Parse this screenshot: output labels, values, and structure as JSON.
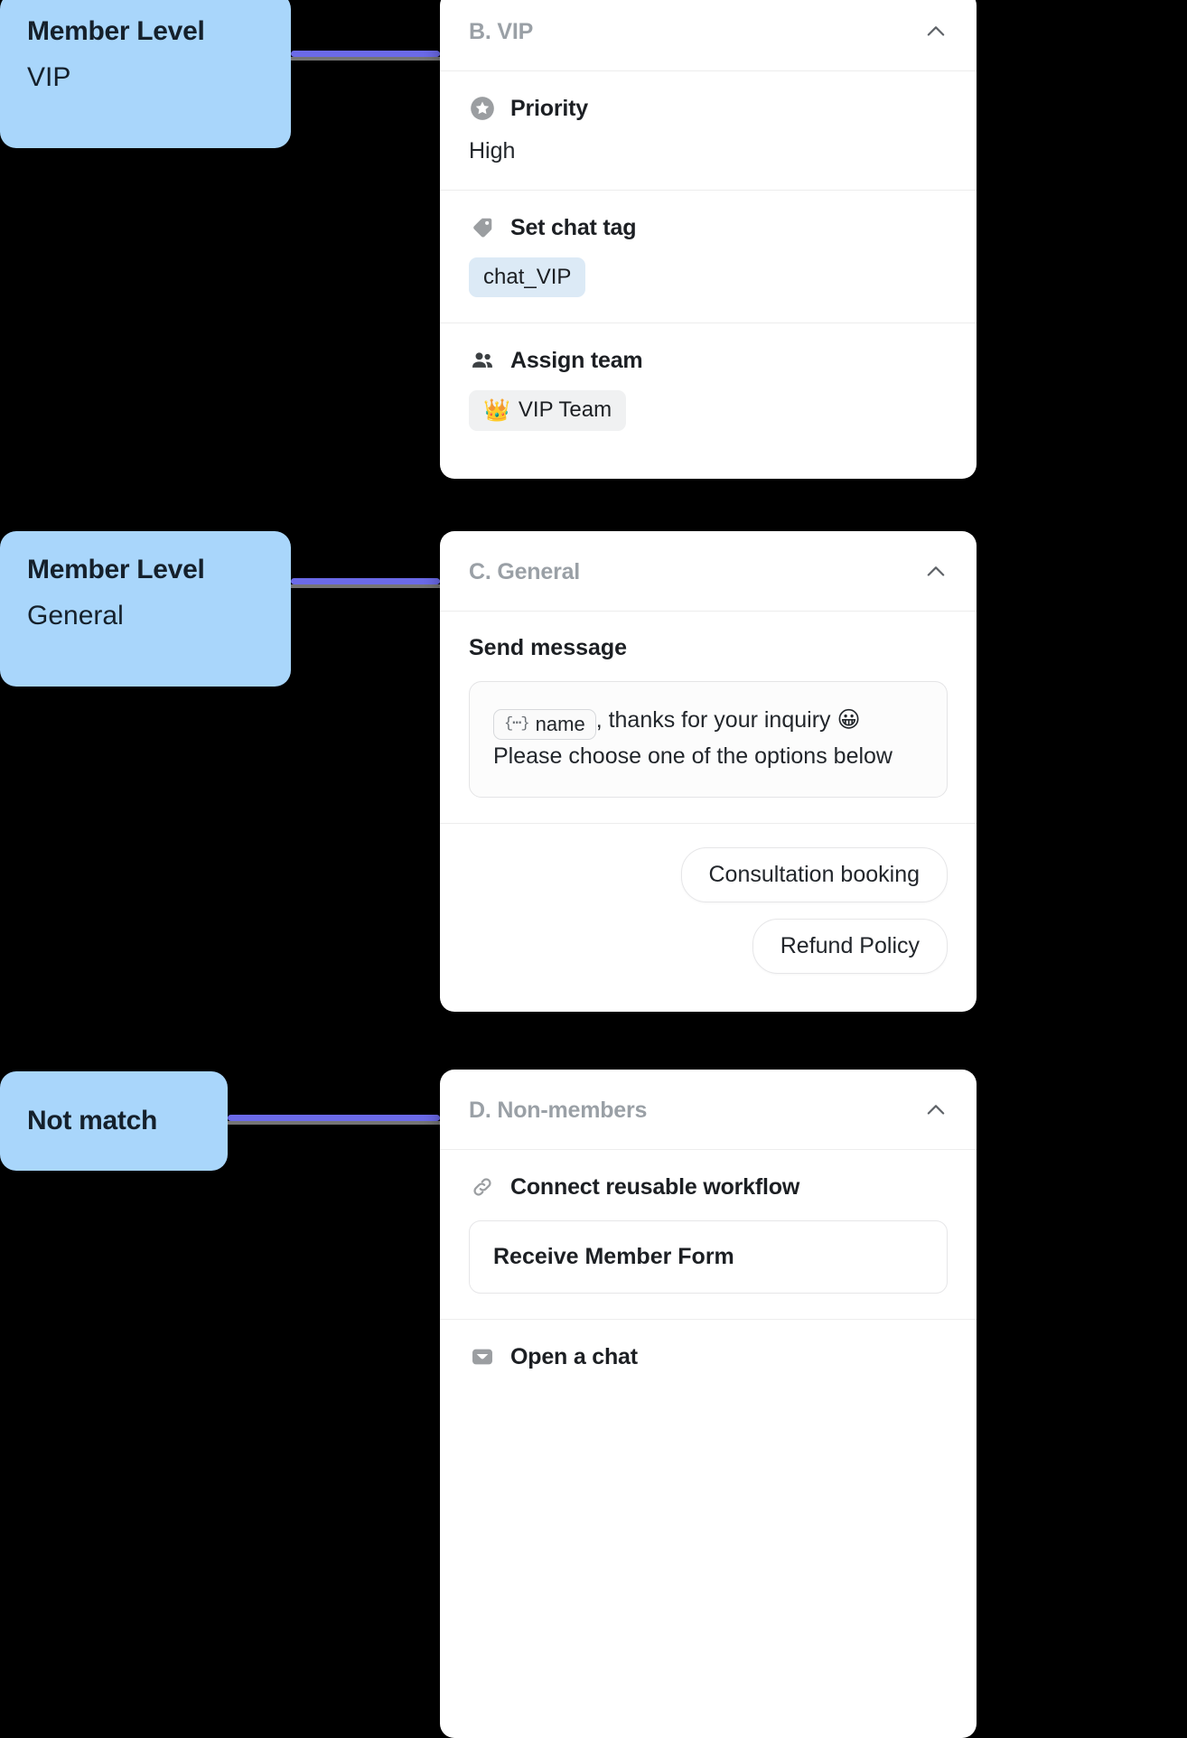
{
  "nodes": [
    {
      "id": "vip",
      "title": "Member Level",
      "value": "VIP"
    },
    {
      "id": "general",
      "title": "Member Level",
      "value": "General"
    },
    {
      "id": "nomatch",
      "title": "Not match",
      "value": ""
    }
  ],
  "cards": {
    "vip": {
      "title": "B. VIP",
      "collapse_icon": "chevron-up-icon",
      "sections": {
        "priority": {
          "icon": "star-circle-icon",
          "label": "Priority",
          "value": "High"
        },
        "chat_tag": {
          "icon": "tag-icon",
          "label": "Set chat tag",
          "tag": "chat_VIP"
        },
        "assign_team": {
          "icon": "people-icon",
          "label": "Assign team",
          "emoji": "👑",
          "team": "VIP Team"
        }
      }
    },
    "general": {
      "title": "C. General",
      "collapse_icon": "chevron-up-icon",
      "send_message": {
        "label": "Send message",
        "variable_chip": "name",
        "variable_braces": "{⋯}",
        "line1_rest": ", thanks for your inquiry 😀",
        "line2": "Please choose one of the options below"
      },
      "quick_replies": [
        "Consultation booking",
        "Refund Policy"
      ]
    },
    "nonmembers": {
      "title": "D. Non-members",
      "collapse_icon": "chevron-up-icon",
      "connect_workflow": {
        "icon": "link-icon",
        "label": "Connect reusable workflow",
        "workflow_name": "Receive Member Form"
      },
      "open_chat": {
        "icon": "inbox-icon",
        "label": "Open a chat"
      }
    }
  },
  "colors": {
    "node_bg": "#a9d6fb",
    "connector": "#6b6ae8",
    "card_bg": "#ffffff",
    "title_gray": "#9aa0a6",
    "tag_blue": "#dceaf6",
    "team_gray": "#f0f1f2",
    "canvas": "#000000"
  }
}
